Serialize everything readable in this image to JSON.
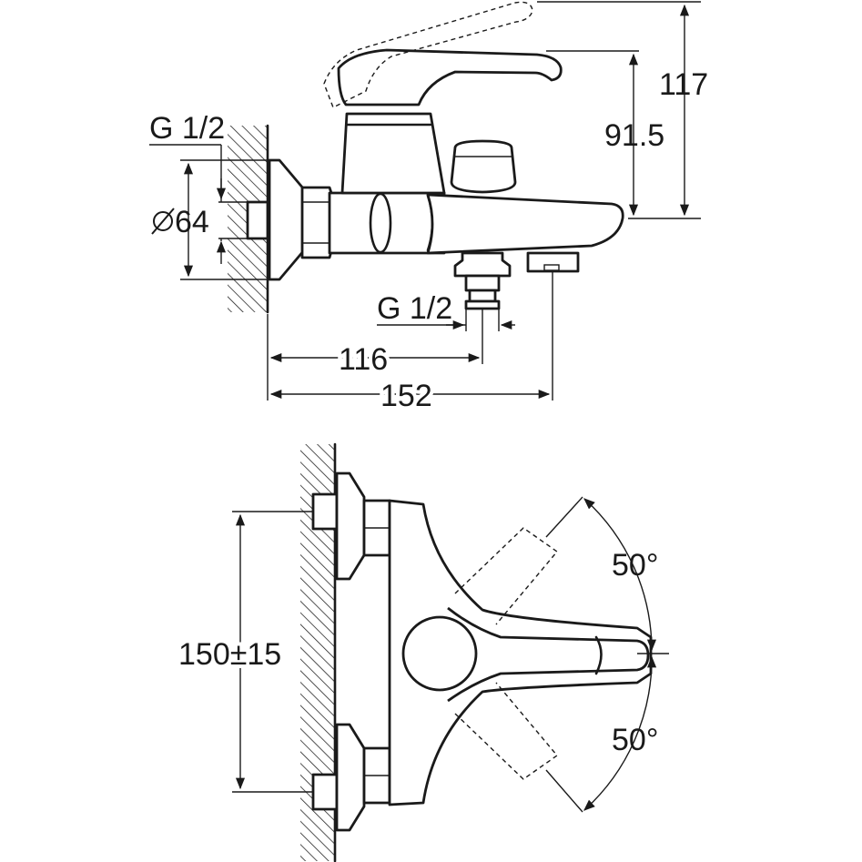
{
  "side_view": {
    "inlet_thread": "G 1/2",
    "flange_diameter": "64",
    "outlet_thread": "G 1/2",
    "height_total": "117",
    "height_spout": "91.5",
    "depth_outlet": "116",
    "depth_total": "152"
  },
  "front_view": {
    "center_distance": "150±15",
    "angle_upper": "50°",
    "angle_lower": "50°"
  }
}
